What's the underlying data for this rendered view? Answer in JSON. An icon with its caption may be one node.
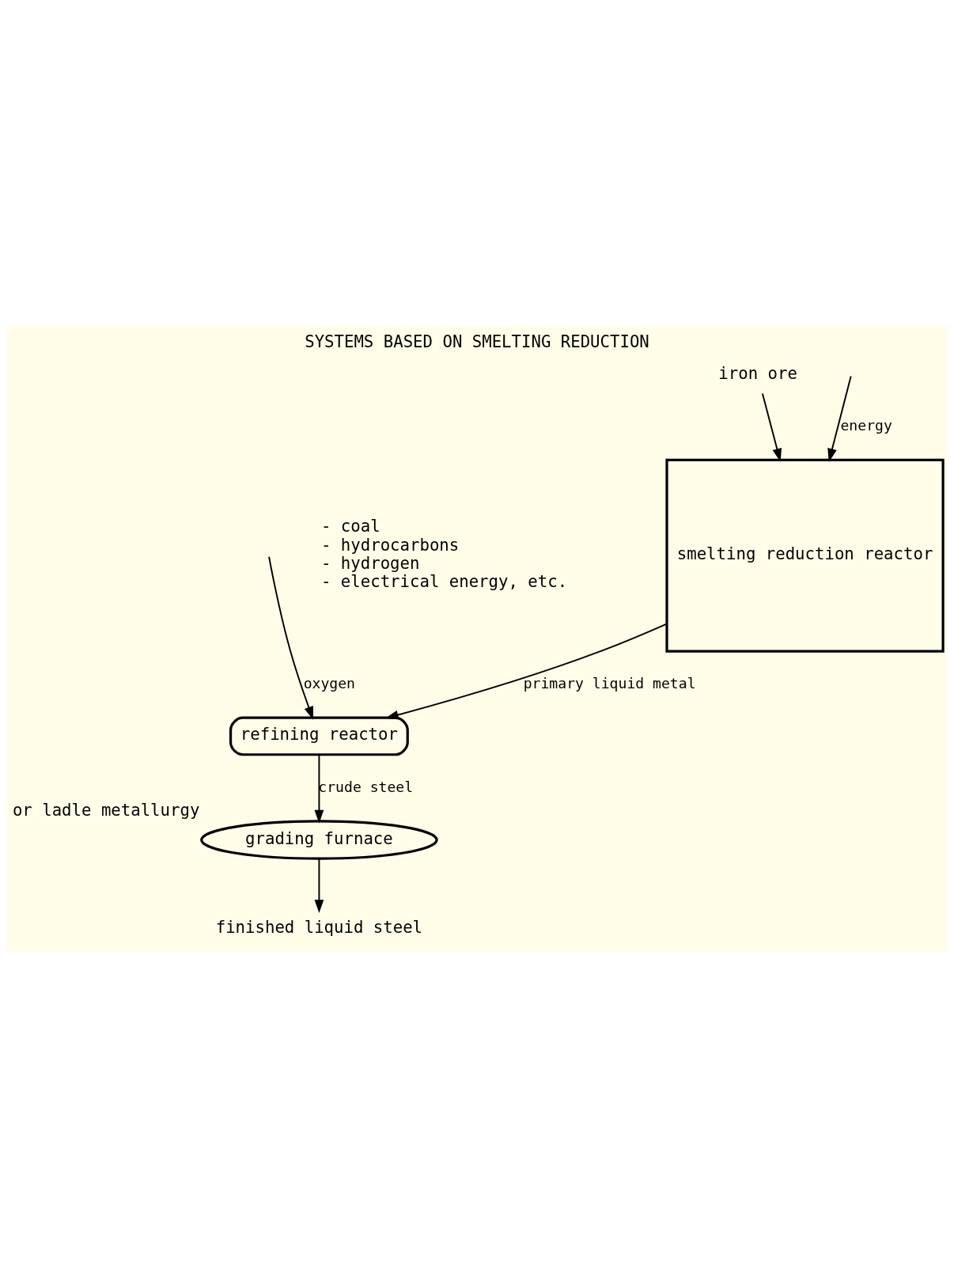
{
  "diagram": {
    "title": "SYSTEMS BASED ON SMELTING REDUCTION",
    "nodes": [
      {
        "text": [
          "iron ore"
        ]
      },
      {
        "text": [
          "smelting reduction reactor"
        ]
      },
      {
        "text": [
          "refining reactor"
        ]
      },
      {
        "text": [
          "grading furnace"
        ],
        "beside": [
          "or ladle metallurgy"
        ]
      },
      {
        "text": [
          "finished liquid steel"
        ]
      }
    ],
    "edges": [
      {
        "from": 0,
        "to": 1,
        "arrow": "to"
      },
      {
        "from": null,
        "to": 1,
        "arrow": "to",
        "label": "energy"
      },
      {
        "from": 1,
        "to": 2,
        "arrow": "to",
        "label": "primary liquid metal"
      },
      {
        "from": null,
        "to": 2,
        "arrow": "to",
        "label": "oxygen"
      },
      {
        "from": 2,
        "to": 3,
        "arrow": "to",
        "label": "crude steel"
      },
      {
        "from": 3,
        "to": 4,
        "arrow": "to"
      }
    ],
    "labels": [
      "- coal",
      "- hydrocarbons",
      "- hydrogen",
      "- electrical energy, etc."
    ]
  }
}
